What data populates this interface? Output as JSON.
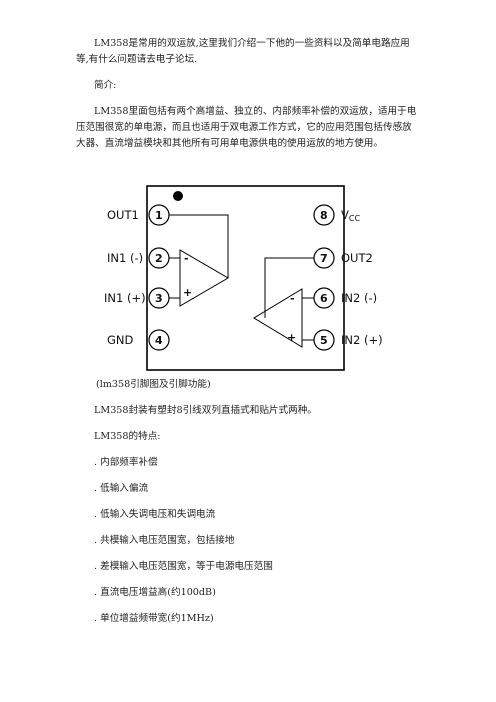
{
  "paragraphs": {
    "intro_line1": "LM358是常用的双运放,这里我们介绍一下他的一些资料以及简单电路应用",
    "intro_line2": "等,有什么问题请去电子论坛.",
    "section_title": "简介:",
    "desc_line1": "LM358里面包括有两个高增益、独立的、内部频率补偿的双运放，适用于电",
    "desc_line2": "压范围很宽的单电源，而且也适用于双电源工作方式，它的应用范围包括传感放",
    "desc_line3": "大器、直流增益模块和其他所有可用单电源供电的使用运放的地方使用。"
  },
  "diagram": {
    "pins_left": [
      {
        "num": "1",
        "label": "OUT1"
      },
      {
        "num": "2",
        "label": "IN1 (-)"
      },
      {
        "num": "3",
        "label": "IN1 (+)"
      },
      {
        "num": "4",
        "label": "GND"
      }
    ],
    "pins_right": [
      {
        "num": "8",
        "label": "V",
        "sub": "CC"
      },
      {
        "num": "7",
        "label": "OUT2"
      },
      {
        "num": "6",
        "label": "IN2 (-)"
      },
      {
        "num": "5",
        "label": "IN2 (+)"
      }
    ],
    "minus": "-",
    "plus": "+"
  },
  "caption": "(lm358引脚图及引脚功能)",
  "package_text": "LM358封装有塑封8引线双列直插式和贴片式两种。",
  "features_title": "LM358的特点:",
  "features": [
    ". 内部频率补偿",
    ". 低输入偏流",
    ". 低输入失调电压和失调电流",
    ". 共模输入电压范围宽，包括接地",
    ". 差模输入电压范围宽，等于电源电压范围",
    ". 直流电压增益高(约100dB)",
    ". 单位增益频带宽(约1MHz)"
  ]
}
